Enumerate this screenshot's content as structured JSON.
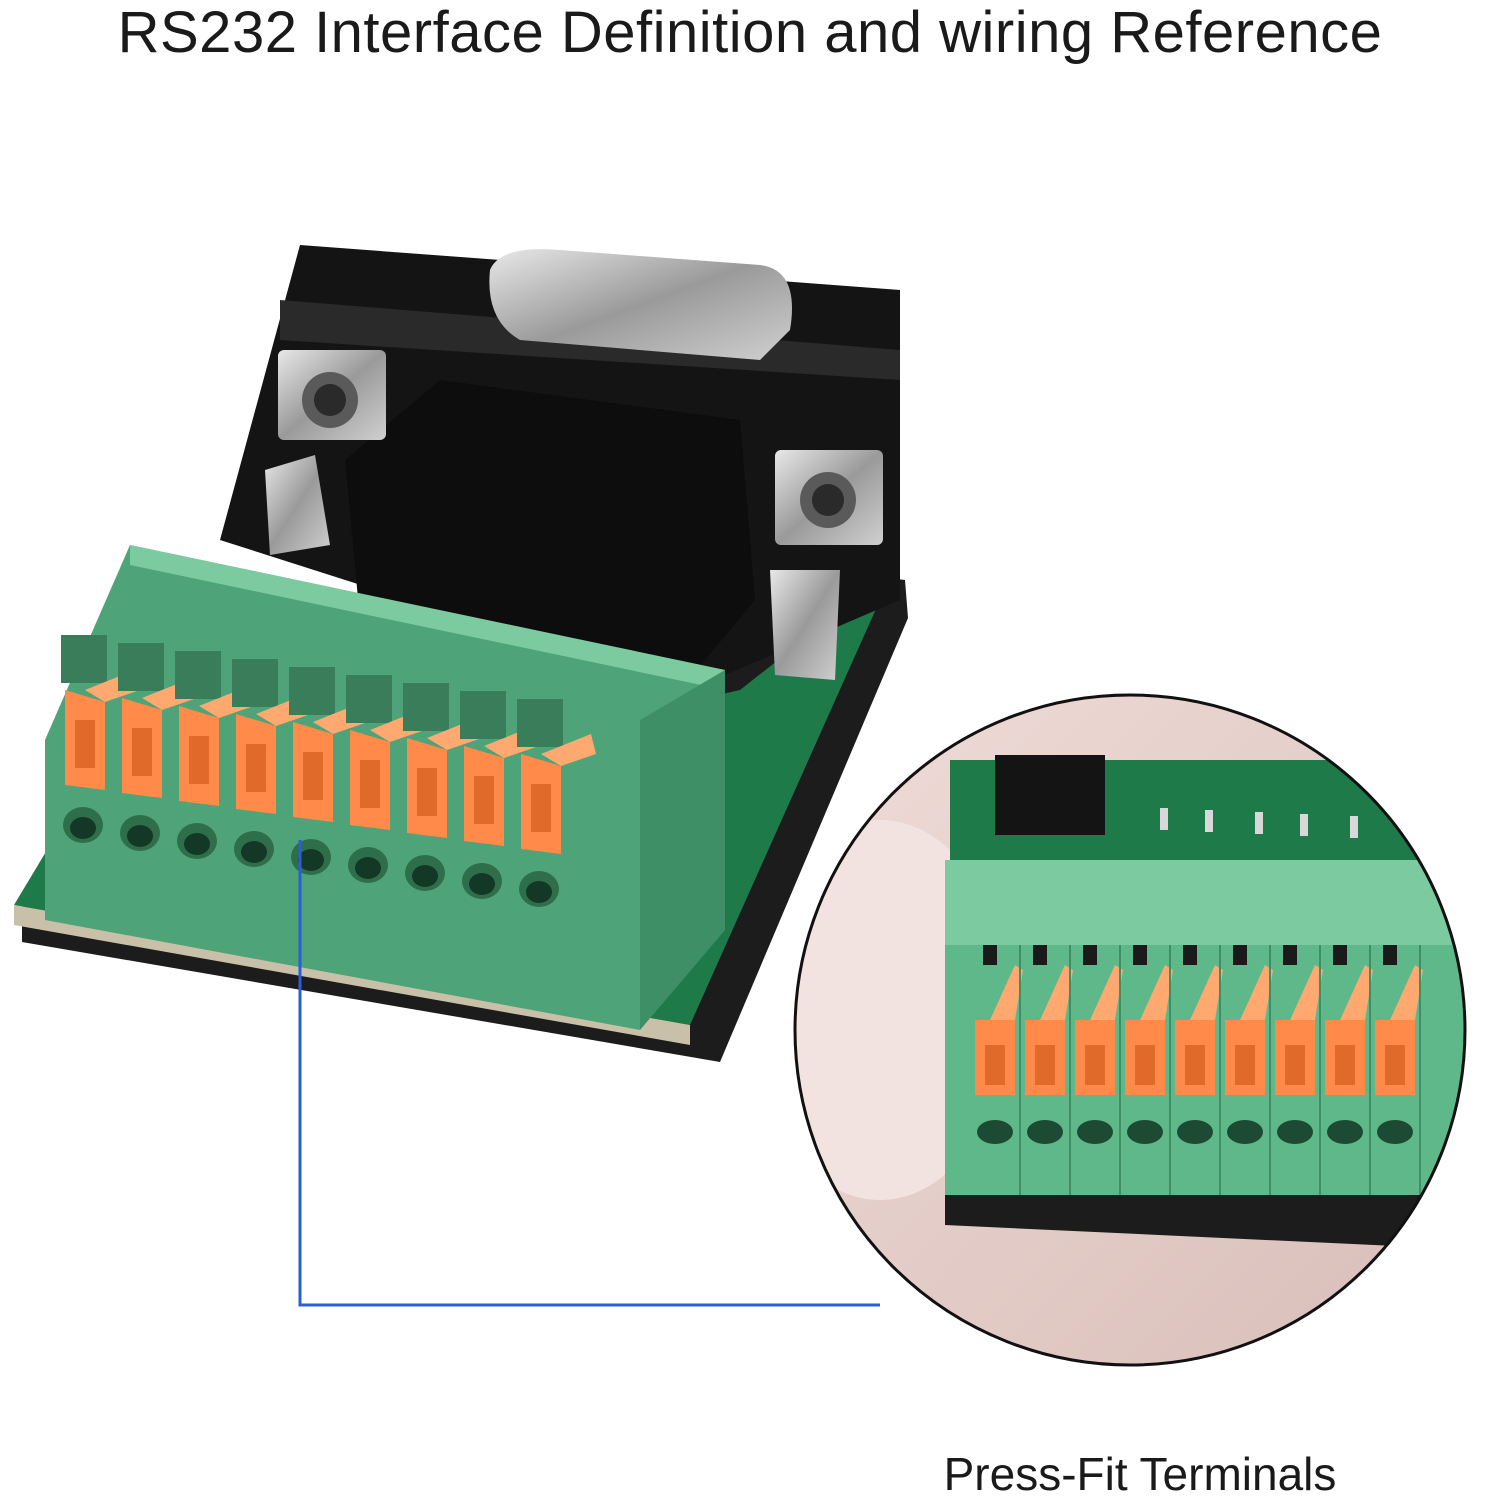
{
  "title": "RS232 Interface Definition and wiring Reference",
  "caption": "Press-Fit Terminals",
  "terminal_count": 9,
  "colors": {
    "pcb_green": "#1f7a4a",
    "terminal_green": "#5fb88a",
    "lever_orange": "#ff8a4a",
    "connector_black": "#141414",
    "foam_black": "#1c1c1c",
    "callout_line": "#2a5dd6"
  }
}
